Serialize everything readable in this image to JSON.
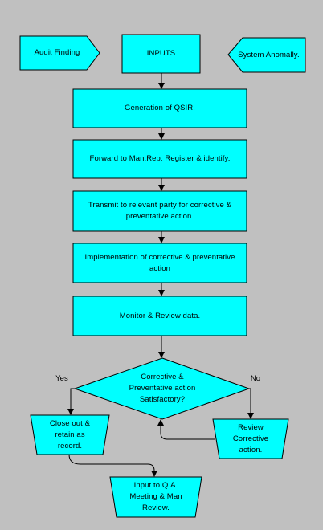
{
  "flowchart": {
    "inputs": {
      "audit_finding": "Audit Finding",
      "inputs": "INPUTS",
      "system_anomaly": "System Anomally."
    },
    "steps": [
      "Generation of QSIR.",
      "Forward to Man.Rep. Register & identify.",
      "Transmit to relevant party for corrective &\npreventative action.",
      "Implementation of corrective & preventative\naction",
      "Monitor & Review data."
    ],
    "decision": {
      "question": "Corrective &\nPreventative action\nSatisfactory?",
      "yes_label": "Yes",
      "no_label": "No"
    },
    "outcomes": {
      "close_out": "Close out &\nretain  as\nrecord.",
      "review_corrective": "Review\nCorrective\naction.",
      "qa_meeting": "Input to Q.A.\nMeeting & Man\nReview."
    },
    "colors": {
      "background": "#c0c0c0",
      "shape_fill": "#00ffff",
      "line": "#000000"
    }
  }
}
